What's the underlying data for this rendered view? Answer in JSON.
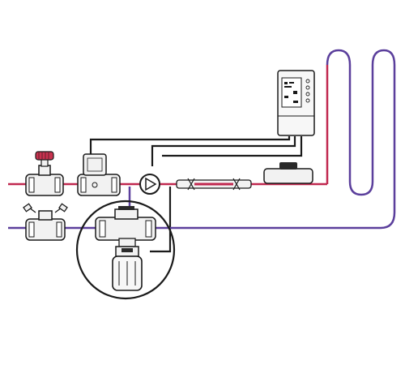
{
  "diagram": {
    "description_labels": [],
    "colors": {
      "supply": "#c0284f",
      "return": "#5b3f9c",
      "wire": "#1a1a1a",
      "device_fill": "#f2f2f2",
      "valve_handle": "#c8324f",
      "background": "#ffffff"
    },
    "components": [
      "balancing-valve-supply",
      "balancing-valve-return",
      "solenoid-valve",
      "circulation-pump",
      "mixing-valve",
      "valve-actuator",
      "temperature-sensor",
      "controller",
      "heating-loop"
    ],
    "icons": {
      "valve": "valve-icon",
      "pump": "pump-icon",
      "controller": "controller-icon",
      "sensor": "sensor-icon",
      "magnifier": "zoom-circle-icon"
    }
  }
}
